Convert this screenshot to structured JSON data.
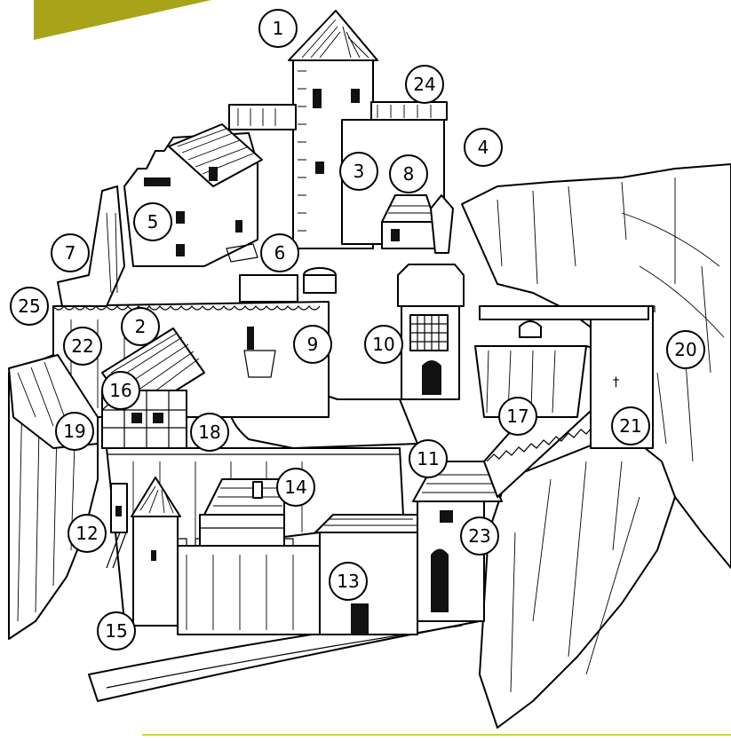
{
  "colors": {
    "corner_accent": "#a8a319",
    "bottom_rule": "#c8d63c",
    "ink": "#000000",
    "paper": "#ffffff"
  },
  "callouts": [
    {
      "label": "1"
    },
    {
      "label": "2"
    },
    {
      "label": "3"
    },
    {
      "label": "4"
    },
    {
      "label": "5"
    },
    {
      "label": "6"
    },
    {
      "label": "7"
    },
    {
      "label": "8"
    },
    {
      "label": "9"
    },
    {
      "label": "10"
    },
    {
      "label": "11"
    },
    {
      "label": "12"
    },
    {
      "label": "13"
    },
    {
      "label": "14"
    },
    {
      "label": "15"
    },
    {
      "label": "16"
    },
    {
      "label": "17"
    },
    {
      "label": "18"
    },
    {
      "label": "19"
    },
    {
      "label": "20"
    },
    {
      "label": "21"
    },
    {
      "label": "22"
    },
    {
      "label": "23"
    },
    {
      "label": "24"
    },
    {
      "label": "25"
    }
  ]
}
